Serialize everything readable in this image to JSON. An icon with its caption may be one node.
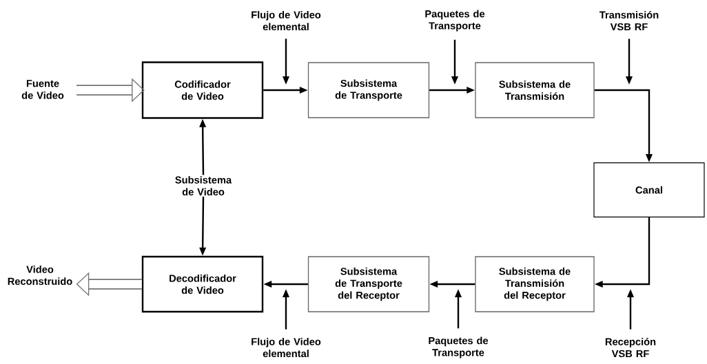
{
  "diagram": {
    "nodes": [
      {
        "text": [
          "Fuente de Video"
        ]
      },
      {
        "text": [
          "Codificador de Video"
        ]
      },
      {
        "text": [
          "Subsistema de Transporte"
        ]
      },
      {
        "text": [
          "Subsistema de Transmisión"
        ]
      },
      {
        "text": [
          "Canal"
        ]
      },
      {
        "text": [
          "Subsistema de Transmisión del Receptor"
        ]
      },
      {
        "text": [
          "Subsistema de Transporte del Receptor"
        ]
      },
      {
        "text": [
          "Decodificador de Video"
        ]
      },
      {
        "text": [
          "Video Reconstruido"
        ]
      },
      {
        "text": [
          "Subsistema de Video"
        ]
      },
      {
        "text": [
          "Flujo de Video elemental"
        ]
      },
      {
        "text": [
          "Paquetes de Transporte"
        ]
      },
      {
        "text": [
          "Transmisión VSB RF"
        ]
      },
      {
        "text": [
          "Flujo de Video elemental"
        ]
      },
      {
        "text": [
          "Paquetes de Transporte"
        ]
      },
      {
        "text": [
          "Recepción VSB RF"
        ]
      }
    ],
    "edges": [
      {
        "from": 0,
        "to": 1,
        "arrow": "to",
        "style": "thick",
        "color": "#737373"
      },
      {
        "from": 1,
        "to": 2,
        "arrow": "to"
      },
      {
        "from": 2,
        "to": 3,
        "arrow": "to"
      },
      {
        "from": 3,
        "to": 4,
        "arrow": "to"
      },
      {
        "from": 4,
        "to": 5,
        "arrow": "to"
      },
      {
        "from": 5,
        "to": 6,
        "arrow": "to"
      },
      {
        "from": 6,
        "to": 7,
        "arrow": "to"
      },
      {
        "from": 7,
        "to": 8,
        "arrow": "to",
        "style": "thick",
        "color": "#737373"
      },
      {
        "from": 9,
        "to": 1,
        "arrow": "to"
      },
      {
        "from": 9,
        "to": 7,
        "arrow": "to"
      },
      {
        "from": 10,
        "to": null,
        "arrow": "to"
      },
      {
        "from": 11,
        "to": null,
        "arrow": "to"
      },
      {
        "from": 12,
        "to": null,
        "arrow": "to"
      },
      {
        "from": 13,
        "to": null,
        "arrow": "to"
      },
      {
        "from": 14,
        "to": null,
        "arrow": "to"
      },
      {
        "from": 15,
        "to": null,
        "arrow": "to"
      }
    ]
  }
}
